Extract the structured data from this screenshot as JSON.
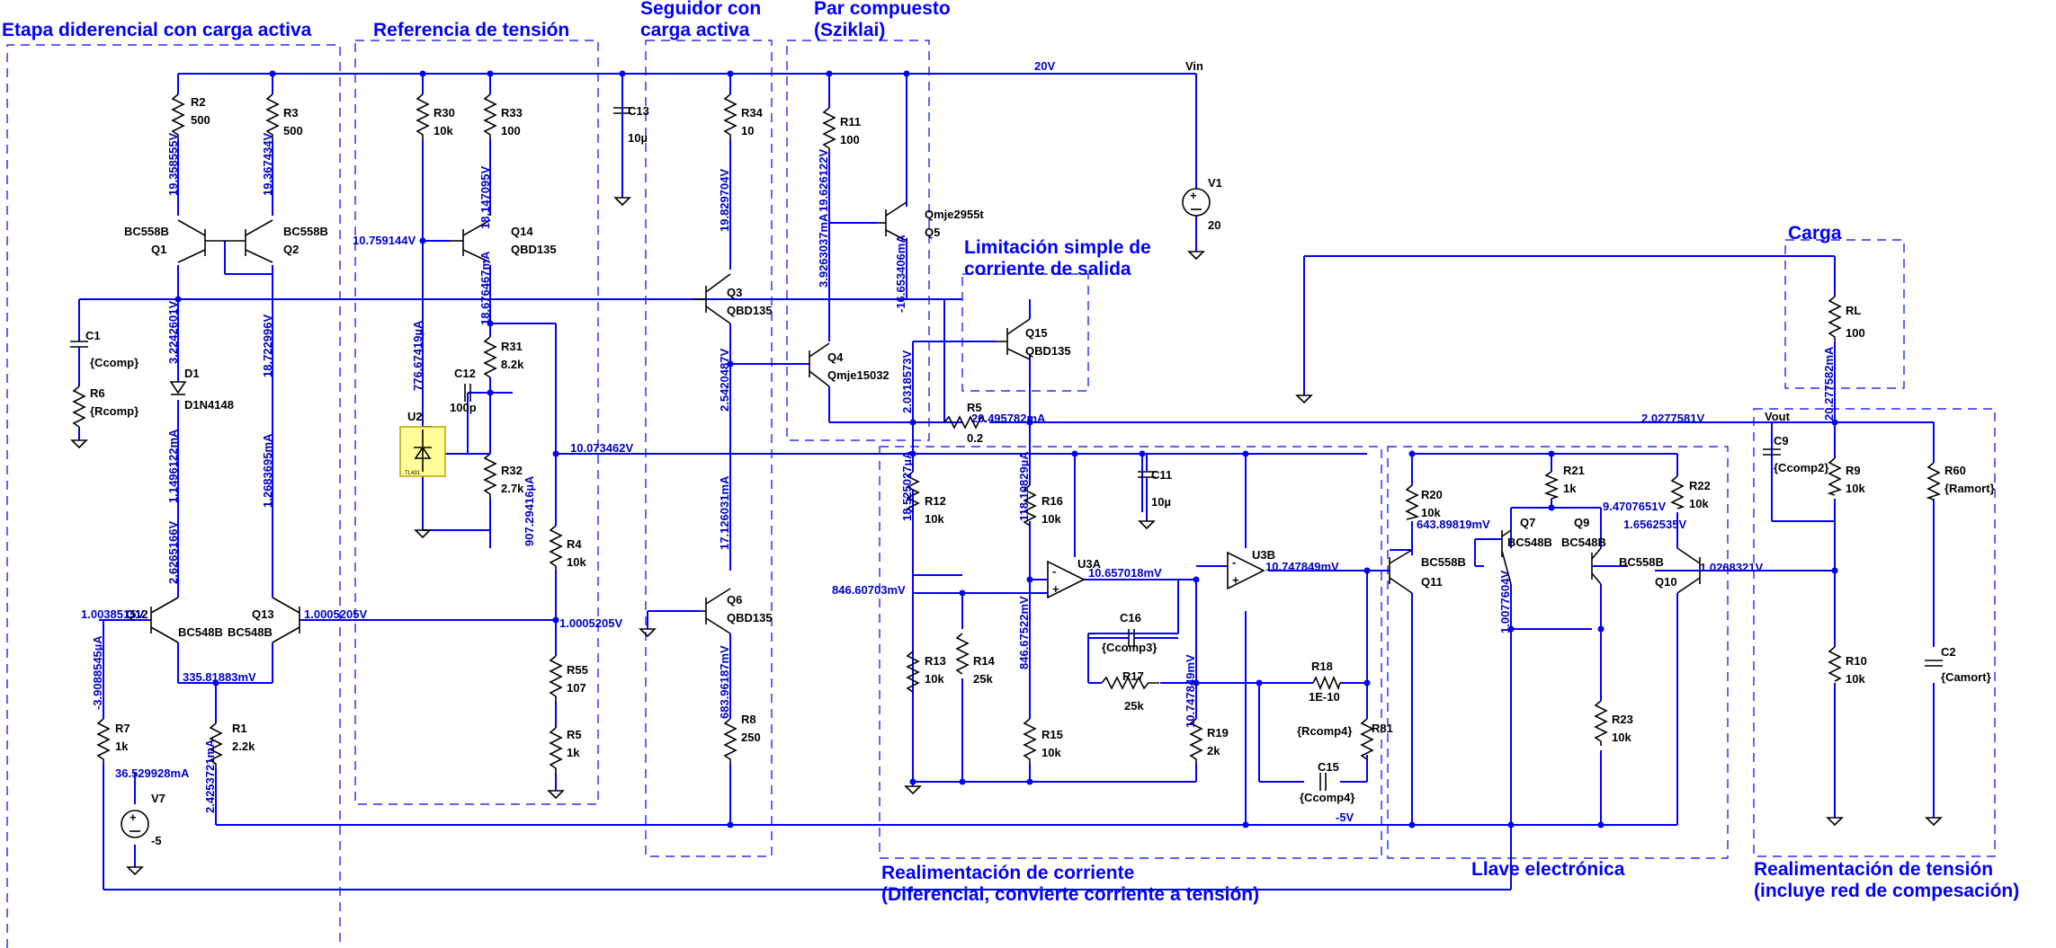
{
  "section_titles": {
    "etapa": "Etapa diderencial con carga activa",
    "referencia": "Referencia de tensión",
    "seguidor_1": "Seguidor con",
    "seguidor_2": "carga activa",
    "par_1": "Par compuesto",
    "par_2": "(Sziklai)",
    "limitacion_1": "Limitación simple de",
    "limitacion_2": "corriente de salida",
    "carga": "Carga",
    "realim_corr_1": "Realimentación de corriente",
    "realim_corr_2": "(Diferencial, convierte corriente a tensión)",
    "llave": "Llave electrónica",
    "realim_tens_1": "Realimentación de tensión",
    "realim_tens_2": "(incluye red de compesación)"
  },
  "components": {
    "R2": "R2",
    "R2v": "500",
    "R3": "R3",
    "R3v": "500",
    "R30": "R30",
    "R30v": "10k",
    "R33": "R33",
    "R33v": "100",
    "C13": "C13",
    "C13v": "10µ",
    "R34": "R34",
    "R34v": "10",
    "R11": "R11",
    "R11v": "100",
    "Q5": "Q5",
    "Q5m": "Qmje2955t",
    "V1": "V1",
    "V1v": "20",
    "Q1": "Q1",
    "Q1m": "BC558B",
    "Q2": "Q2",
    "Q2m": "BC558B",
    "Q14": "Q14",
    "Q14m": "QBD135",
    "Q3": "Q3",
    "Q3m": "QBD135",
    "Q15": "Q15",
    "Q15m": "QBD135",
    "Q4": "Q4",
    "Q4m": "Qmje15032",
    "RL": "RL",
    "RLv": "100",
    "C1": "C1",
    "C1v": "{Ccomp}",
    "R6": "R6",
    "R6v": "{Rcomp}",
    "D1": "D1",
    "D1m": "D1N4148",
    "R31": "R31",
    "R31v": "8.2k",
    "C12": "C12",
    "C12v": "100p",
    "R32": "R32",
    "R32v": "2.7k",
    "U2": "U2",
    "R5a": "R5",
    "R5av": "0.2",
    "C11": "C11",
    "C11v": "10µ",
    "R4": "R4",
    "R4v": "10k",
    "R12": "R12",
    "R12v": "10k",
    "R16": "R16",
    "R16v": "10k",
    "U3A": "U3A",
    "U3B": "U3B",
    "R20": "R20",
    "R20v": "10k",
    "R21": "R21",
    "R21v": "1k",
    "R22": "R22",
    "R22v": "10k",
    "C9": "C9",
    "C9v": "{Ccomp2}",
    "R9": "R9",
    "R9v": "10k",
    "R60": "R60",
    "R60v": "{Ramort}",
    "Q7": "Q7",
    "Q7m": "BC548B",
    "Q9": "Q9",
    "Q9m": "BC548B",
    "Q11": "Q11",
    "Q11m": "BC558B",
    "Q10": "Q10",
    "Q10m": "BC558B",
    "Q12": "Q12",
    "Q12m": "BC548B",
    "Q13": "Q13",
    "Q13m": "BC548B",
    "Q6": "Q6",
    "Q6m": "QBD135",
    "C16": "C16",
    "C16v": "{Ccomp3}",
    "R13": "R13",
    "R13v": "10k",
    "R14": "R14",
    "R14v": "25k",
    "R17": "R17",
    "R17v": "25k",
    "R18": "R18",
    "R18v": "1E-10",
    "R81": "R81",
    "R81v": "{Rcomp4}",
    "R19": "R19",
    "R19v": "2k",
    "C15": "C15",
    "C15v": "{Ccomp4}",
    "R55": "R55",
    "R55v": "107",
    "R5b": "R5",
    "R5bv": "1k",
    "R7": "R7",
    "R7v": "1k",
    "R1": "R1",
    "R1v": "2.2k",
    "V7": "V7",
    "V7v": "-5",
    "R8": "R8",
    "R8v": "250",
    "R15": "R15",
    "R15v": "10k",
    "R23": "R23",
    "R23v": "10k",
    "R10": "R10",
    "R10v": "10k",
    "C2": "C2",
    "C2v": "{Camort}"
  },
  "nets": {
    "n20V": "20V",
    "vin": "Vin",
    "vout": "Vout",
    "m5V": "-5V"
  },
  "readouts": {
    "r1": "19.358555V",
    "r2": "19.367434V",
    "r3": "18.147095V",
    "r4": "10.759144V",
    "r5": "19.829704V",
    "r6": "3.9263037mA",
    "r7": "19.626122V",
    "r8": "-16.653406mA",
    "r9": "3.2242601V",
    "r10": "18.722996V",
    "r11": "776.67419µA",
    "r12": "18.676467mA",
    "r13": "2.5420487V",
    "r14": "2.0318573V",
    "r15": "20.495782mA",
    "r16": "2.0277581V",
    "r17": "20.277582mA",
    "r18": "1.1496122mA",
    "r19": "1.2683695mA",
    "r20": "10.073462V",
    "r21": "907.29416µA",
    "r22": "17.126031mA",
    "r23": "18.525027µA",
    "r24": "118.10829µA",
    "r25": "643.89819mV",
    "r26": "9.4707651V",
    "r27": "1.6562535V",
    "r28": "2.6265166V",
    "r29": "10.657018mV",
    "r30": "10.747849mV",
    "r31": "846.60703mV",
    "r32": "1.0038515V",
    "r33": "1.0005205V",
    "r34": "1.0005205V",
    "r35": "335.81883mV",
    "r36": "846.67522mV",
    "r37": "1.0077604V",
    "r38": "1.0268321V",
    "r39": "-3.9088545µA",
    "r40": "10.747849mV",
    "r41": "683.96187mV",
    "r42": "36.529928mA",
    "r43": "2.4253721mA"
  }
}
